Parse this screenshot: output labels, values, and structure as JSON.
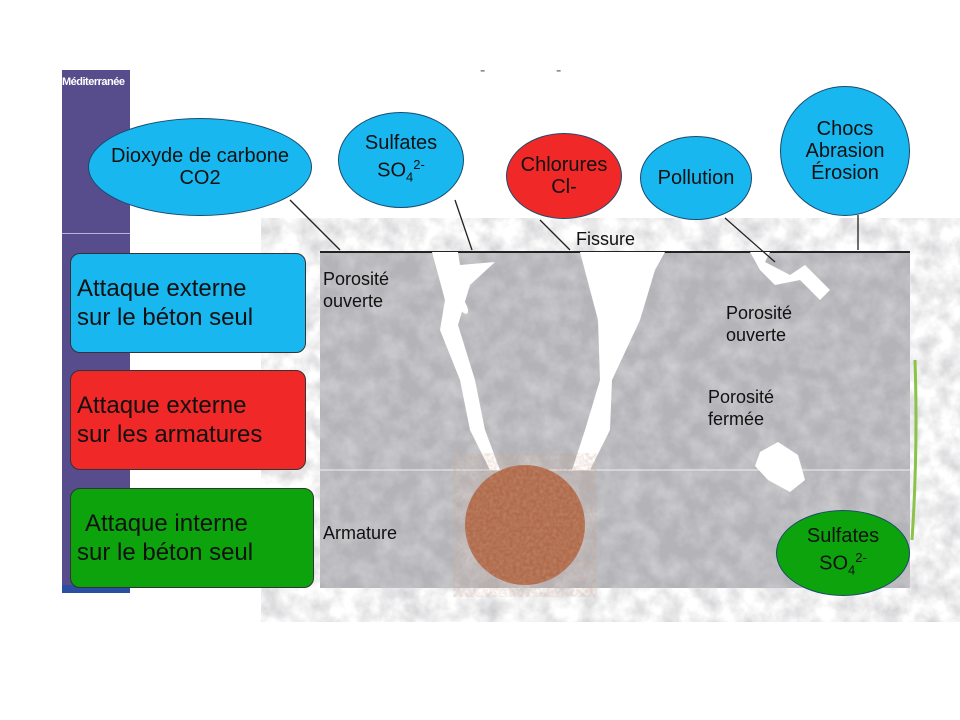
{
  "logo_text": "Méditerranée",
  "header_marks": [
    "-",
    "-"
  ],
  "legend": [
    {
      "line1": "Attaque externe",
      "line2": "sur le béton seul",
      "color": "#19b7f0"
    },
    {
      "line1": "Attaque externe",
      "line2": "sur les armatures",
      "color": "#f02828"
    },
    {
      "line1": "Attaque interne",
      "line2": "sur le béton seul",
      "color": "#0ca30c"
    }
  ],
  "agents": [
    {
      "line1": "Dioxyde de carbone",
      "line2": "CO2",
      "color": "#19b7f0"
    },
    {
      "line1": "Sulfates",
      "line2": "SO",
      "sub": "4",
      "sup": "2-",
      "color": "#19b7f0"
    },
    {
      "line1": "Chlorures",
      "line2": "Cl-",
      "color": "#f02828"
    },
    {
      "line1": "Pollution",
      "color": "#19b7f0"
    },
    {
      "line1": "Chocs",
      "line2": "Abrasion",
      "line3": "Érosion",
      "color": "#19b7f0"
    },
    {
      "line1": "Sulfates",
      "line2": "SO",
      "sub": "4",
      "sup": "2-",
      "color": "#0ca30c"
    }
  ],
  "labels": {
    "fissure": "Fissure",
    "porosite_ouverte_1": "Porosité ouverte",
    "porosite_ouverte_2": "Porosité ouverte",
    "porosite_fermee": "Porosité fermée",
    "armature": "Armature"
  },
  "colors": {
    "concrete": "#a9a9ad",
    "rebar": "#b06a4a",
    "sidebar": "#574c8c"
  }
}
